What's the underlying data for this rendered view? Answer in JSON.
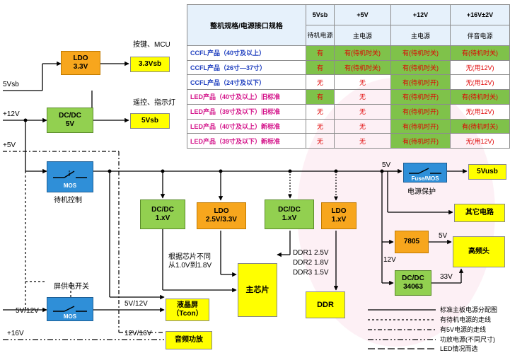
{
  "table": {
    "header": [
      "整机规格/电源接口规格",
      "5Vsb",
      "+5V",
      "+12V",
      "+16V±2V"
    ],
    "subheader": [
      "待机电源",
      "主电源",
      "主电源",
      "伴音电源"
    ],
    "rows": [
      {
        "name": "CCFL产品（40寸及以上）",
        "kind": "ccfl",
        "cells": [
          "有",
          "有(待机时关)",
          "有(待机时关)",
          "有(待机时关)"
        ]
      },
      {
        "name": "CCFL产品（26寸—37寸）",
        "kind": "ccfl",
        "cells": [
          "有",
          "有(待机时关)",
          "有(待机时关)",
          "无(用12V)"
        ]
      },
      {
        "name": "CCFL产品（24寸及以下）",
        "kind": "ccfl",
        "cells": [
          "无",
          "无",
          "有(待机时开)",
          "无(用12V)"
        ]
      },
      {
        "name": "LED产品（40寸及以上）旧标准",
        "kind": "led",
        "cells": [
          "有",
          "无",
          "有(待机时开)",
          "有(待机时关)"
        ]
      },
      {
        "name": "LED产品（39寸及以下）旧标准",
        "kind": "led",
        "cells": [
          "无",
          "无",
          "有(待机时开)",
          "无(用12V)"
        ]
      },
      {
        "name": "LED产品（40寸及以上）新标准",
        "kind": "led",
        "cells": [
          "无",
          "无",
          "有(待机时开)",
          "有(待机时关)"
        ]
      },
      {
        "name": "LED产品（39寸及以下）新标准",
        "kind": "led",
        "cells": [
          "无",
          "无",
          "有(待机时开)",
          "无(用12V)"
        ]
      }
    ]
  },
  "inputs": {
    "v5sb": "5Vsb",
    "v12": "+12V",
    "v5": "+5V",
    "v5_12": "5V/12V",
    "v16": "+16V"
  },
  "blocks": {
    "ldo_top": [
      "LDO",
      "3.3V"
    ],
    "v33sb": "3.3Vsb",
    "dcdc_5v": [
      "DC/DC",
      "5V"
    ],
    "v5sb_out": "5Vsb",
    "mos_main": "MOS",
    "dcdc_1x_a": [
      "DC/DC",
      "1.xV"
    ],
    "ldo_25_33": [
      "LDO",
      "2.5V/3.3V"
    ],
    "dcdc_1x_b": [
      "DC/DC",
      "1.xV"
    ],
    "ldo_1x": [
      "LDO",
      "1.xV"
    ],
    "main_chip": "主芯片",
    "ddr": "DDR",
    "fuse_mos": "Fuse/MOS",
    "v5usb": "5Vusb",
    "other": "其它电路",
    "reg7805": "7805",
    "dcdc_34063": [
      "DC/DC",
      "34063"
    ],
    "tuner": "高频头",
    "mos_panel": "MOS",
    "lcd": [
      "液晶屏",
      "（Tcon）"
    ],
    "amp": "音频功放"
  },
  "labels": {
    "keys_mcu": "按键、MCU",
    "remote_led": "遥控、指示灯",
    "standby_ctrl": "待机控制",
    "power_protect": "电源保护",
    "panel_switch": "屏供电开关",
    "core_note": "根据芯片不同从1.0V到1.8V",
    "ddr_volt": [
      "DDR1 2.5V",
      "DDR2 1.8V",
      "DDR3 1.5V"
    ],
    "v5_bus": "5V",
    "v5_7805": "5V",
    "v12_tuner": "12V",
    "v33_tuner": "33V",
    "lcd_in": "5V/12V",
    "amp_in": "12V/16V"
  },
  "legend": [
    {
      "text": "标准主板电源分配图",
      "style": "solid"
    },
    {
      "text": "有待机电源的走线",
      "style": "dashed"
    },
    {
      "text": "有5V电源的走线",
      "style": "dashdot"
    },
    {
      "text": "功放电源(不同尺寸)",
      "style": "dashdotdot"
    },
    {
      "text": "LED情况而选",
      "style": "long-dash"
    }
  ],
  "colors": {
    "orange": "#f7a61d",
    "green": "#92d050",
    "yellow": "#ffff00",
    "blue": "#2f8fd8",
    "ccfl": "#1f3fbf",
    "led": "#d4148a",
    "red": "#e00000",
    "cell_green": "#7fc24a"
  }
}
